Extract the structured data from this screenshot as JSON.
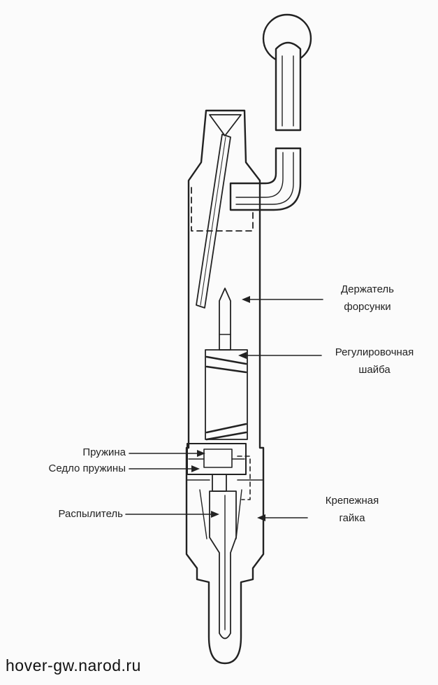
{
  "colors": {
    "ink": "#222222",
    "paper": "#fbfbfb"
  },
  "labels": {
    "holder_line1": "Держатель",
    "holder_line2": "форсунки",
    "washer_line1": "Регулировочная",
    "washer_line2": "шайба",
    "spring": "Пружина",
    "spring_seat": "Седло пружины",
    "sprayer": "Распылитель",
    "nut_line1": "Крепежная",
    "nut_line2": "гайка"
  },
  "watermark": "hover-gw.narod.ru"
}
